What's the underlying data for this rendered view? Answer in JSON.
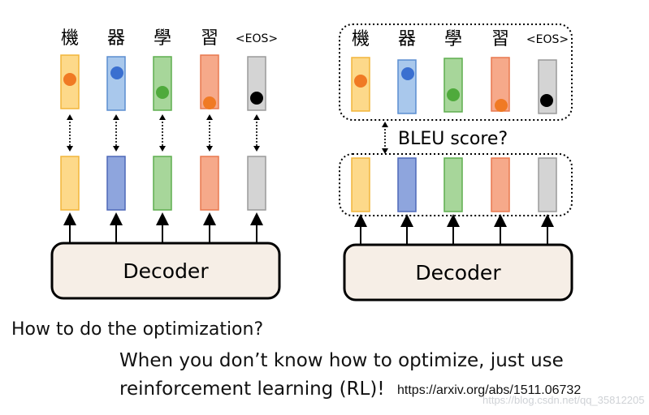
{
  "tokens": [
    "機",
    "器",
    "學",
    "習",
    "<EOS>"
  ],
  "decoder_label": "Decoder",
  "bleu_label": "BLEU score?",
  "question": "How to do the optimization?",
  "answer_line1": "When you don’t know how to optimize, just use",
  "answer_line2": "reinforcement learning (RL)!",
  "url": "https://arxiv.org/abs/1511.06732",
  "watermark": "https://blog.csdn.net/qq_35812205",
  "colors": {
    "yellow_fill": "#fdd98a",
    "yellow_stroke": "#f2b53b",
    "blue_fill": "#a9c8ec",
    "blue_stroke": "#5b8ed0",
    "green_fill": "#a7d69a",
    "green_stroke": "#5fae4f",
    "red_fill": "#f6a98a",
    "red_stroke": "#e8794f",
    "gray_fill": "#d4d4d4",
    "gray_stroke": "#9a9a9a",
    "decoder_fill": "#f6eee6",
    "dot_orange": "#f07a24",
    "dot_blue": "#3a6fd0",
    "dot_green": "#4faa3c",
    "dot_black": "#000000"
  }
}
